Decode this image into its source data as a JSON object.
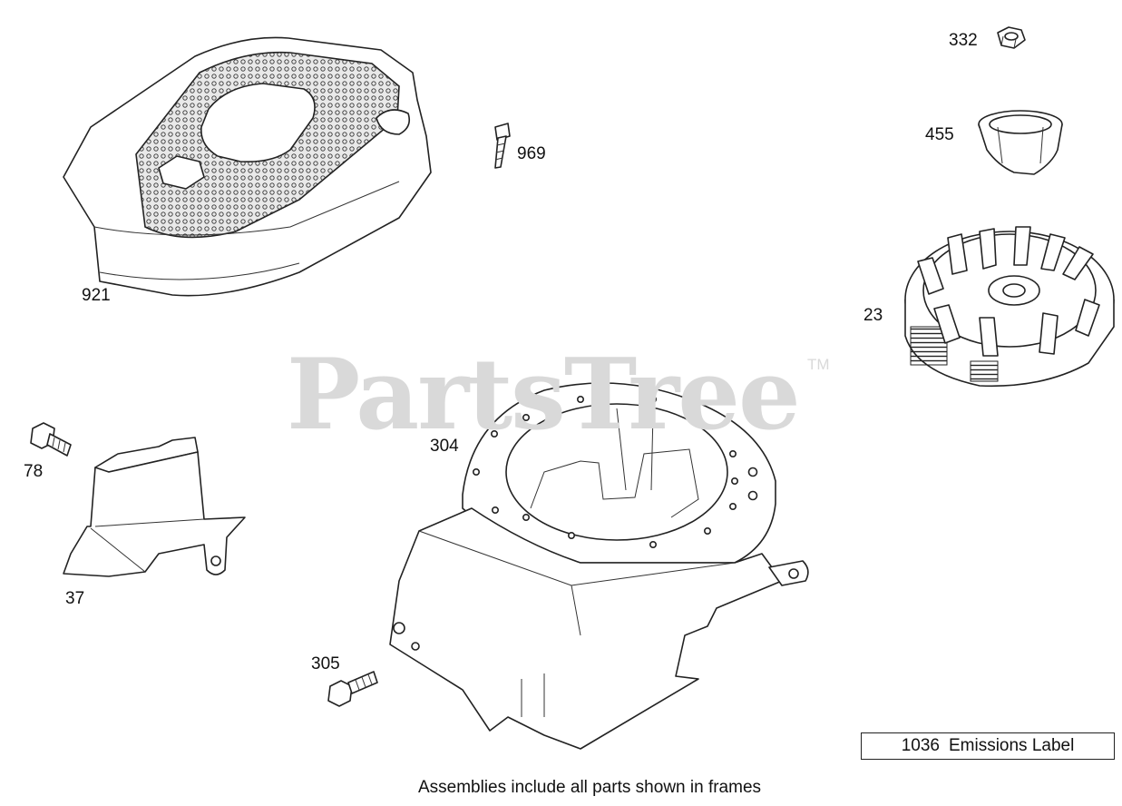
{
  "diagram": {
    "watermark": "PartsTree",
    "trademark": "TM",
    "callouts": {
      "p921": "921",
      "p969": "969",
      "p332": "332",
      "p455": "455",
      "p23": "23",
      "p304": "304",
      "p78": "78",
      "p37": "37",
      "p305": "305"
    },
    "emissions_label": {
      "number": "1036",
      "text": "Emissions Label"
    },
    "footer": "Assemblies include all parts shown in frames"
  }
}
